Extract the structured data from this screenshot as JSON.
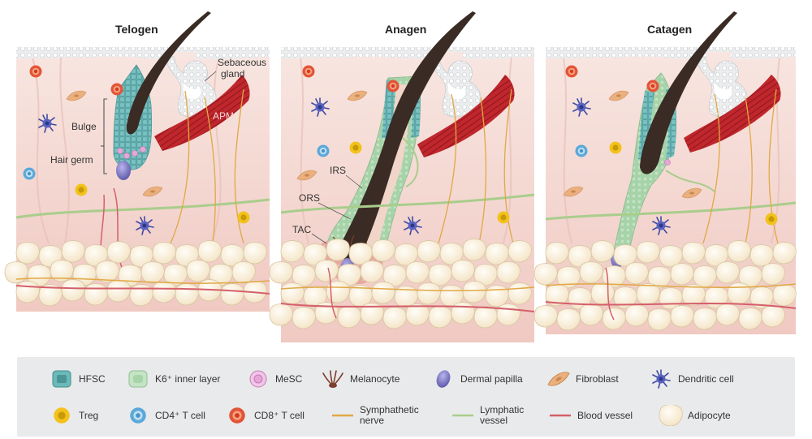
{
  "panels": [
    {
      "title": "Telogen"
    },
    {
      "title": "Anagen"
    },
    {
      "title": "Catagen"
    }
  ],
  "labels": {
    "sebaceous_gland": [
      "Sebaceous",
      "gland"
    ],
    "apm": "APM",
    "bulge": "Bulge",
    "hair_germ": "Hair germ",
    "irs": "IRS",
    "ors": "ORS",
    "tac": "TAC"
  },
  "legend": [
    {
      "icon": "hfsc-cell",
      "lines": [
        "HFSC"
      ]
    },
    {
      "icon": "k6-cell",
      "lines": [
        "K6⁺ inner layer"
      ]
    },
    {
      "icon": "mesc-cell",
      "lines": [
        "MeSC"
      ]
    },
    {
      "icon": "melanocyte",
      "lines": [
        "Melanocyte"
      ]
    },
    {
      "icon": "dermal-papilla",
      "lines": [
        "Dermal papilla"
      ]
    },
    {
      "icon": "fibroblast",
      "lines": [
        "Fibroblast"
      ]
    },
    {
      "icon": "dendritic-cell",
      "lines": [
        "Dendritic cell"
      ]
    },
    {
      "icon": "treg-cell",
      "lines": [
        "Treg"
      ]
    },
    {
      "icon": "cd4-cell",
      "lines": [
        "CD4⁺ T cell"
      ]
    },
    {
      "icon": "cd8-cell",
      "lines": [
        "CD8⁺ T cell"
      ]
    },
    {
      "icon": "sympathetic-nerve-line",
      "lines": [
        "Symphathetic",
        "nerve"
      ]
    },
    {
      "icon": "lymphatic-vessel-line",
      "lines": [
        "Lymphatic",
        "vessel"
      ]
    },
    {
      "icon": "blood-vessel-line",
      "lines": [
        "Blood vessel"
      ]
    },
    {
      "icon": "adipocyte",
      "lines": [
        "Adipocyte"
      ]
    }
  ],
  "colors": {
    "skin_top": "#f6dcd6",
    "skin_bottom": "#f2cdc6",
    "epidermis": "#eceeef",
    "hfsc": "#6bb9b9",
    "k6": "#b5dcb7",
    "mesc": "#e7a6d8",
    "dermal_papilla": "#7c77c4",
    "apm": "#c0272d",
    "nerve": "#e1a844",
    "lymphatic": "#a9cd8c",
    "blood": "#d45f6a",
    "adipocyte": "#fcf4e3",
    "treg": "#f3c21b",
    "cd4": "#5ba8d9",
    "cd8": "#e25437",
    "hair": "#3a2b24",
    "legend_bg": "#e9eaeb"
  }
}
